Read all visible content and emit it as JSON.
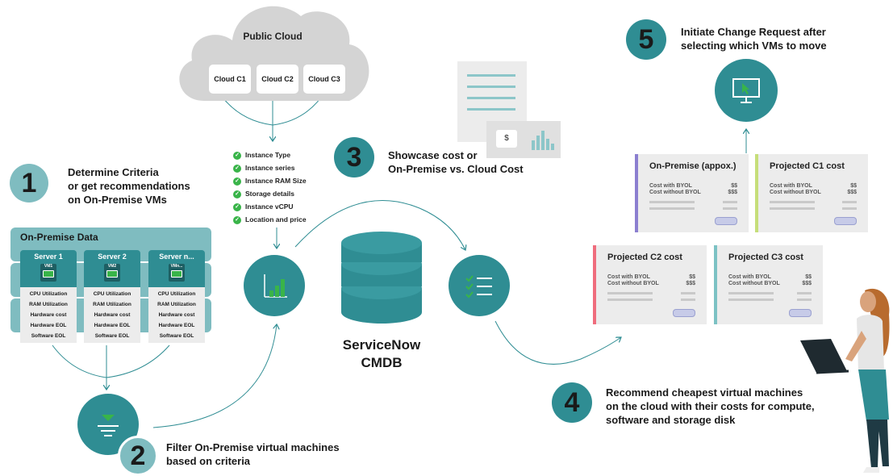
{
  "steps": {
    "s1": {
      "number": "1",
      "text_line1": "Determine Criteria",
      "text_line2": "or get recommendations",
      "text_line3": "on On-Premise VMs"
    },
    "s2": {
      "number": "2",
      "text_line1": "Filter On-Premise virtual machines",
      "text_line2": "based on criteria"
    },
    "s3": {
      "number": "3",
      "text_line1": "Showcase cost or",
      "text_line2": "On-Premise vs. Cloud Cost"
    },
    "s4": {
      "number": "4",
      "text_line1": "Recommend cheapest virtual machines",
      "text_line2": "on the cloud with their costs for compute,",
      "text_line3": "software and storage disk"
    },
    "s5": {
      "number": "5",
      "text_line1": "Initiate Change Request after",
      "text_line2": "selecting which VMs to move"
    }
  },
  "public_cloud": {
    "title": "Public Cloud",
    "clouds": [
      "Cloud C1",
      "Cloud C2",
      "Cloud C3"
    ]
  },
  "checklist": [
    "Instance Type",
    "Instance series",
    "Instance RAM Size",
    "Storage details",
    "Instance vCPU",
    "Location and price"
  ],
  "onprem": {
    "title": "On-Premise Data",
    "servers": [
      {
        "name": "Server 1",
        "vm": "VM1"
      },
      {
        "name": "Server 2",
        "vm": "VM2"
      },
      {
        "name": "Server n...",
        "vm": "VMn..."
      }
    ],
    "metrics": [
      "CPU Utilization",
      "RAM Utilization",
      "Hardware cost",
      "Hardware EOL",
      "Software EOL"
    ]
  },
  "cmdb": {
    "line1": "ServiceNow",
    "line2": "CMDB"
  },
  "cost_cards": [
    {
      "title": "On-Premise (appox.)",
      "row1": "Cost with BYOL",
      "val1": "$$",
      "row2": "Cost without BYOL",
      "val2": "$$$",
      "accent": "#8b7fd0"
    },
    {
      "title": "Projected C1 cost",
      "row1": "Cost with BYOL",
      "val1": "$$",
      "row2": "Cost without BYOL",
      "val2": "$$$",
      "accent": "#c6de7a"
    },
    {
      "title": "Projected C2 cost",
      "row1": "Cost with BYOL",
      "val1": "$$",
      "row2": "Cost without BYOL",
      "val2": "$$$",
      "accent": "#ef6d7d"
    },
    {
      "title": "Projected C3 cost",
      "row1": "Cost with BYOL",
      "val1": "$$",
      "row2": "Cost without BYOL",
      "val2": "$$$",
      "accent": "#7cc2c4"
    }
  ],
  "cost_icon": {
    "symbol": "$"
  },
  "colors": {
    "teal": "#2f8d93",
    "teal_light": "#7fbcc0",
    "green": "#39b449",
    "grey": "#d4d4d4"
  }
}
